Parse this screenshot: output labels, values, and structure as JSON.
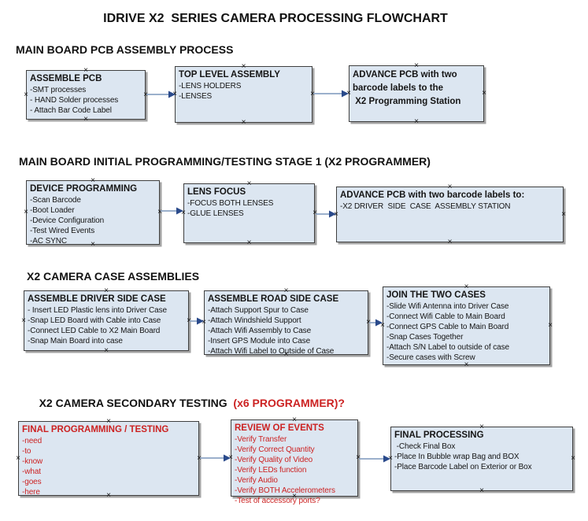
{
  "title": "IDRIVE X2  SERIES CAMERA PROCESSING FLOWCHART",
  "icons": {
    "handle_glyph": "×"
  },
  "colors": {
    "box_fill": "#dce6f1",
    "box_border": "#3f3f3f",
    "arrow_line": "#8da5c4",
    "arrow_head": "#2a4a8b",
    "red_text": "#cc2222",
    "black_text": "#151515"
  },
  "sections": [
    {
      "header": "MAIN BOARD PCB ASSEMBLY PROCESS",
      "boxes": [
        {
          "title": "ASSEMBLE PCB",
          "items": [
            "-SMT processes",
            "- HAND Solder processes",
            "- Attach Bar Code Label"
          ]
        },
        {
          "title": "TOP LEVEL ASSEMBLY",
          "items": [
            "-LENS HOLDERS",
            "-LENSES"
          ]
        },
        {
          "title": "ADVANCE PCB with two\nbarcode labels to the\n X2 Programming Station",
          "items": []
        }
      ]
    },
    {
      "header": "MAIN BOARD INITIAL PROGRAMMING/TESTING STAGE 1 (X2 PROGRAMMER)",
      "boxes": [
        {
          "title": "DEVICE PROGRAMMING",
          "items": [
            "-Scan Barcode",
            "-Boot Loader",
            "-Device Configuration",
            "-Test Wired Events",
            "-AC SYNC"
          ]
        },
        {
          "title": "LENS FOCUS",
          "items": [
            "-FOCUS BOTH LENSES",
            "-GLUE LENSES"
          ]
        },
        {
          "title": "ADVANCE PCB with two barcode labels to:",
          "items": [
            "-X2 DRIVER  SIDE  CASE  ASSEMBLY STATION"
          ]
        }
      ]
    },
    {
      "header": "X2 CAMERA CASE ASSEMBLIES",
      "boxes": [
        {
          "title": "ASSEMBLE DRIVER SIDE CASE",
          "items": [
            "- Insert LED Plastic lens into Driver Case",
            "-Snap LED Board with Cable into Case",
            "-Connect LED Cable to X2 Main Board",
            "-Snap Main Board into case"
          ]
        },
        {
          "title": "ASSEMBLE ROAD SIDE CASE",
          "items": [
            "-Attach Support Spur to Case",
            "-Attach Windshield Support",
            "-Attach Wifi Assembly to Case",
            "-Insert GPS Module into Case",
            "-Attach Wifi Label to Outside of Case"
          ]
        },
        {
          "title": "JOIN THE TWO CASES",
          "items": [
            "-Slide Wifi Antenna into Driver Case",
            "-Connect Wifi Cable to Main Board",
            "-Connect GPS Cable to Main Board",
            "-Snap Cases Together",
            "-Attach S/N Label to outside of case",
            "-Secure cases with Screw"
          ]
        }
      ]
    },
    {
      "header": "X2 CAMERA SECONDARY TESTING  ",
      "header_red": "(x6 PROGRAMMER)?",
      "boxes": [
        {
          "title": "FINAL PROGRAMMING / TESTING",
          "items": [
            "-need",
            "-to",
            "-know",
            "-what",
            "-goes",
            "-here"
          ]
        },
        {
          "title": "REVIEW OF EVENTS",
          "items": [
            "-Verify Transfer",
            "-Verify Correct Quantity",
            "-Verify Quality of Video",
            "-Verify LEDs function",
            "-Verify Audio",
            "-Verify BOTH Accelerometers",
            "-Test of accessory ports?"
          ]
        },
        {
          "title": "FINAL PROCESSING",
          "items": [
            " -Check Final Box",
            "-Place In Bubble wrap Bag and BOX",
            "-Place Barcode Label on Exterior or Box"
          ]
        }
      ]
    }
  ]
}
